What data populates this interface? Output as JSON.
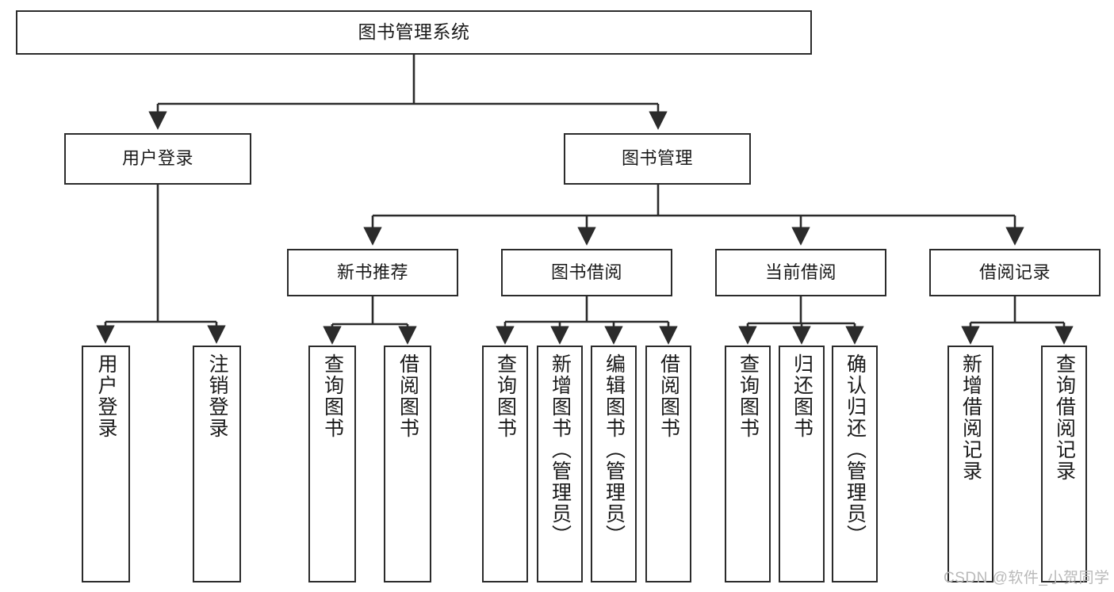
{
  "diagram": {
    "title": "图书管理系统",
    "type": "functional-structure-tree",
    "stroke_color": "#2b2b2b",
    "background_color": "#ffffff",
    "watermark": "CSDN @软件_小贺同学",
    "nodes": {
      "root": {
        "label": "图书管理系统"
      },
      "level2": [
        {
          "label": "用户登录"
        },
        {
          "label": "图书管理"
        }
      ],
      "level3": [
        {
          "label": "新书推荐"
        },
        {
          "label": "图书借阅"
        },
        {
          "label": "当前借阅"
        },
        {
          "label": "借阅记录"
        }
      ],
      "leaves_user_login": [
        {
          "label": "用户登录"
        },
        {
          "label": "注销登录"
        }
      ],
      "leaves_new_book": [
        {
          "label": "查询图书"
        },
        {
          "label": "借阅图书"
        }
      ],
      "leaves_borrow": [
        {
          "label": "查询图书"
        },
        {
          "label": "新增图书（管理员）"
        },
        {
          "label": "编辑图书（管理员）"
        },
        {
          "label": "借阅图书"
        }
      ],
      "leaves_current": [
        {
          "label": "查询图书"
        },
        {
          "label": "归还图书"
        },
        {
          "label": "确认归还（管理员）"
        }
      ],
      "leaves_record": [
        {
          "label": "新增借阅记录"
        },
        {
          "label": "查询借阅记录"
        }
      ]
    }
  }
}
